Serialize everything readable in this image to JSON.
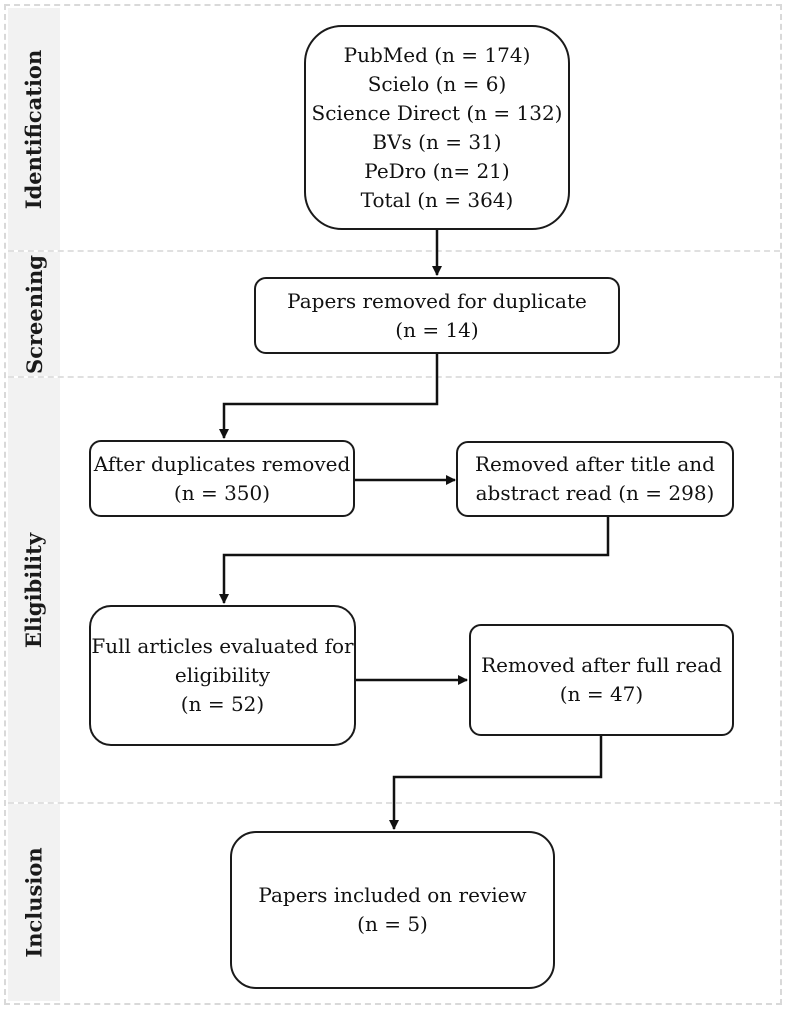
{
  "lanes": {
    "identification": "Identification",
    "screening": "Screening",
    "eligibility": "Eligibility",
    "inclusion": "Inclusion"
  },
  "boxes": {
    "sources": {
      "lines": [
        "PubMed (n = 174)",
        "Scielo (n = 6)",
        "Science Direct (n = 132)",
        "BVs (n = 31)",
        "PeDro (n= 21)",
        "Total (n = 364)"
      ]
    },
    "duplicates_removed_count": {
      "lines": [
        "Papers removed for duplicate",
        "(n =  14)"
      ]
    },
    "after_duplicates": {
      "lines": [
        "After duplicates removed",
        "(n = 350)"
      ]
    },
    "removed_title_abstract": {
      "lines": [
        "Removed after title and",
        "abstract read (n = 298)"
      ]
    },
    "full_articles": {
      "lines": [
        "Full articles evaluated for",
        "eligibility",
        "(n = 52)"
      ]
    },
    "removed_full_read": {
      "lines": [
        "Removed after full read",
        "(n = 47)"
      ]
    },
    "included": {
      "lines": [
        "Papers included on review",
        "(n = 5)"
      ]
    }
  }
}
